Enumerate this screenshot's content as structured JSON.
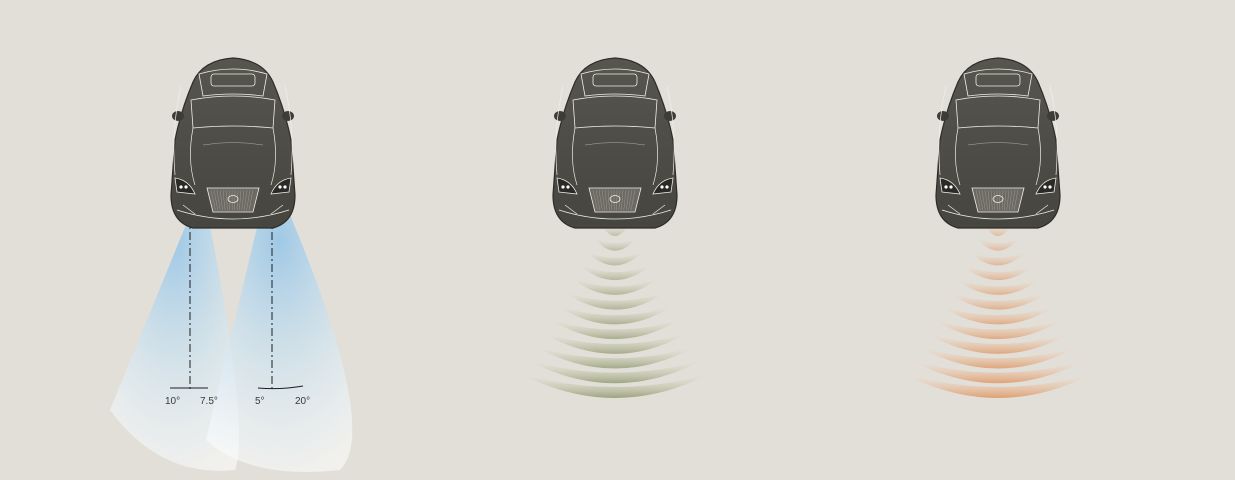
{
  "colors": {
    "background": "#e2dfd8",
    "car_body": "#4f4e47",
    "car_line": "#f0eee8",
    "rays": "#5b5b5b",
    "headlight_beam": "#a9cfe8",
    "sensor_waves_green": "#a8ad8a",
    "sensor_waves_orange": "#e3a67c"
  },
  "panels": [
    {
      "id": "headlights",
      "icon": "car-top-view-icon",
      "angle_labels": {
        "left_a": "10°",
        "left_b": "7.5°",
        "right_a": "5°",
        "right_b": "20°"
      }
    },
    {
      "id": "front-sensor-green",
      "icon": "car-top-view-icon",
      "wave_count": 12
    },
    {
      "id": "front-sensor-orange",
      "icon": "car-top-view-icon",
      "wave_count": 12
    }
  ]
}
